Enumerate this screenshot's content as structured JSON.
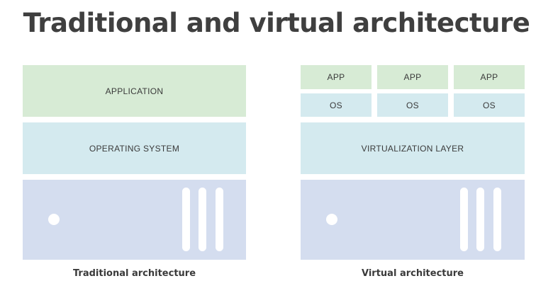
{
  "title": "Traditional and virtual architecture",
  "traditional": {
    "application": "APPLICATION",
    "operating_system": "OPERATING SYSTEM",
    "caption": "Traditional architecture"
  },
  "virtual": {
    "apps": [
      "APP",
      "APP",
      "APP"
    ],
    "oses": [
      "OS",
      "OS",
      "OS"
    ],
    "virtualization_layer": "VIRTUALIZATION LAYER",
    "caption": "Virtual architecture"
  },
  "colors": {
    "application": "#d7ebd5",
    "os": "#d4eaef",
    "hardware": "#d4ddef"
  }
}
